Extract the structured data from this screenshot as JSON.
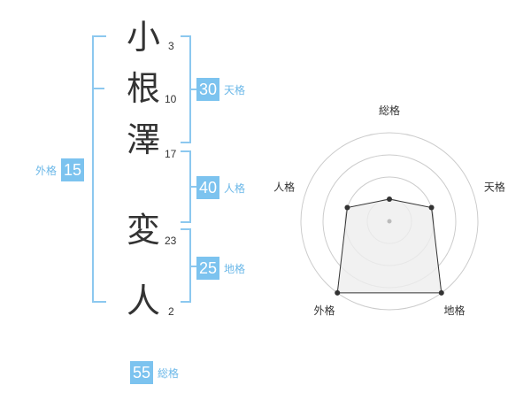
{
  "name": {
    "chars": [
      {
        "char": "小",
        "strokes": "3"
      },
      {
        "char": "根",
        "strokes": "10"
      },
      {
        "char": "澤",
        "strokes": "17"
      },
      {
        "char": "変",
        "strokes": "23"
      },
      {
        "char": "人",
        "strokes": "2"
      }
    ]
  },
  "fortunes": {
    "tenkaku": {
      "value": "30",
      "label": "天格"
    },
    "jinkaku": {
      "value": "40",
      "label": "人格"
    },
    "chikaku": {
      "value": "25",
      "label": "地格"
    },
    "gaikaku": {
      "value": "15",
      "label": "外格"
    },
    "soukaku": {
      "value": "55",
      "label": "総格"
    }
  },
  "chart_data": {
    "type": "radar",
    "axes": [
      "総格",
      "天格",
      "地格",
      "外格",
      "人格"
    ],
    "values": [
      2,
      3,
      5,
      5,
      3
    ],
    "max": 5,
    "rings": 5,
    "colors": {
      "fill": "#eeeeee",
      "stroke": "#333333",
      "grid": "#cccccc"
    }
  }
}
